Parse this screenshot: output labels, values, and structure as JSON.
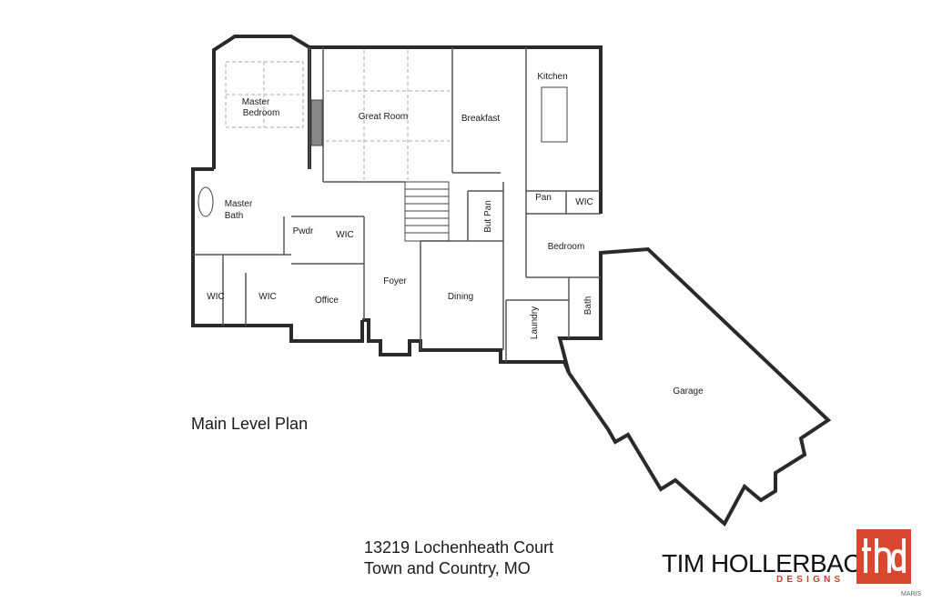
{
  "plan": {
    "title": "Main Level Plan",
    "rooms": {
      "master_bedroom": [
        "Master",
        "Bedroom"
      ],
      "great_room": "Great Room",
      "breakfast": "Breakfast",
      "kitchen": "Kitchen",
      "master_bath": [
        "Master",
        "Bath"
      ],
      "pwdr": "Pwdr",
      "wic_center": "WIC",
      "pan": "Pan",
      "wic_right": "WIC",
      "but_pan": "But Pan",
      "bedroom": "Bedroom",
      "foyer": "Foyer",
      "office": "Office",
      "dining": "Dining",
      "laundry": "Laundry",
      "bath": "Bath",
      "wic_left1": "WIC",
      "wic_left2": "WIC",
      "garage": "Garage"
    }
  },
  "address": {
    "line1": "13219 Lochenheath Court",
    "line2": "Town and Country, MO"
  },
  "branding": {
    "name": "TIM HOLLERBACH",
    "sub": "DESIGNS",
    "logo_text": "thd",
    "logo_color": "#d9472f",
    "watermark": "MARIS"
  }
}
